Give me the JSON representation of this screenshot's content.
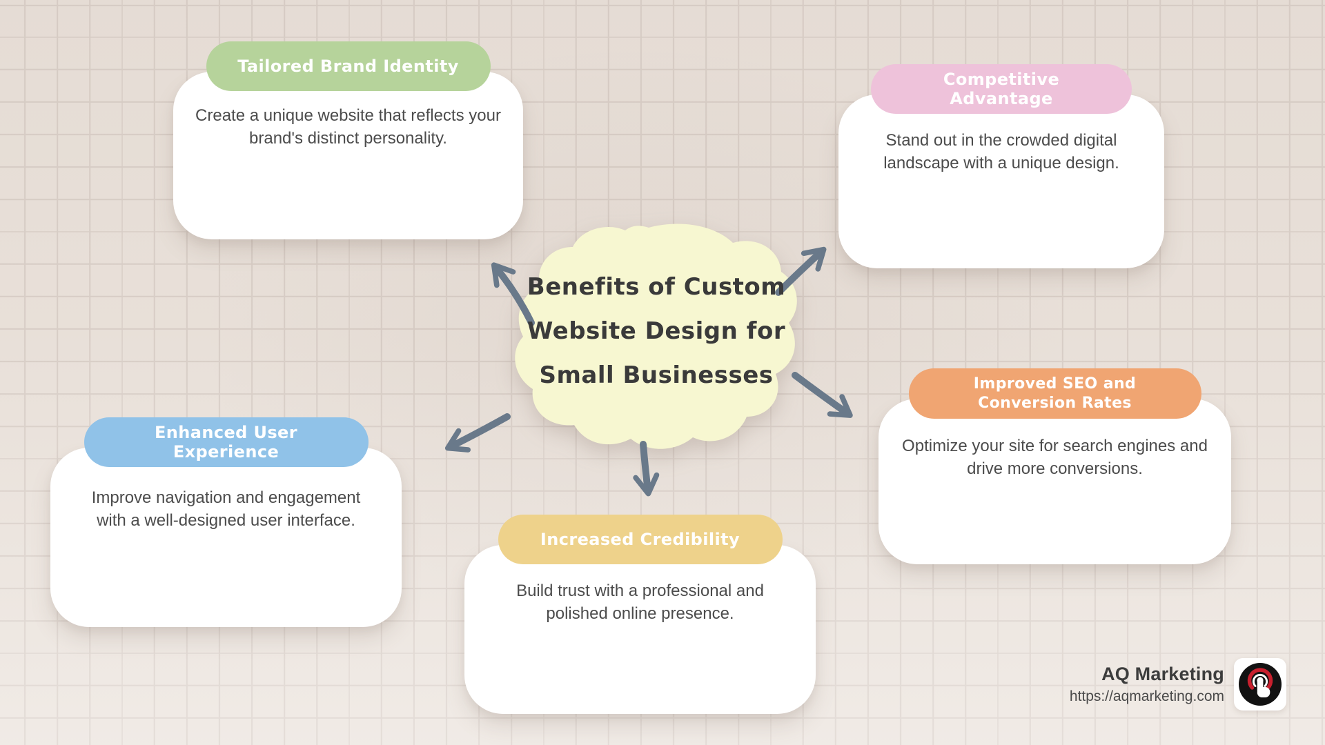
{
  "central": {
    "title": "Benefits of Custom\nWebsite Design for\nSmall Businesses"
  },
  "cards": [
    {
      "id": "tailored-brand-identity",
      "title": "Tailored Brand Identity",
      "body": "Create a unique website that reflects your\nbrand's distinct personality.",
      "accent": "#b6d39b"
    },
    {
      "id": "competitive-advantage",
      "title": "Competitive Advantage",
      "body": "Stand out in the crowded digital\nlandscape with a unique design.",
      "accent": "#eec2da"
    },
    {
      "id": "enhanced-user-experience",
      "title": "Enhanced User Experience",
      "body": "Improve navigation and engagement\nwith a well-designed user interface.",
      "accent": "#90c2e8"
    },
    {
      "id": "increased-credibility",
      "title": "Increased Credibility",
      "body": "Build trust with a professional and\npolished online presence.",
      "accent": "#eed28b"
    },
    {
      "id": "improved-seo-and-conversion-rates",
      "title": "Improved SEO and Conversion Rates",
      "body": "Optimize your site for search engines and\ndrive more conversions.",
      "accent": "#f0a572"
    }
  ],
  "footer": {
    "brand": "AQ Marketing",
    "url": "https://aqmarketing.com",
    "logo_icon": "tap-click-icon"
  },
  "colors": {
    "background": "#eae2db",
    "grid_line": "#d9cfc8",
    "blob": "#f7f7d1",
    "arrow": "#69798a",
    "heading_text": "#3a3a3a",
    "body_text": "#4c4c4c",
    "card_background": "#ffffff",
    "logo_red": "#c8202e",
    "logo_dark": "#121212"
  }
}
